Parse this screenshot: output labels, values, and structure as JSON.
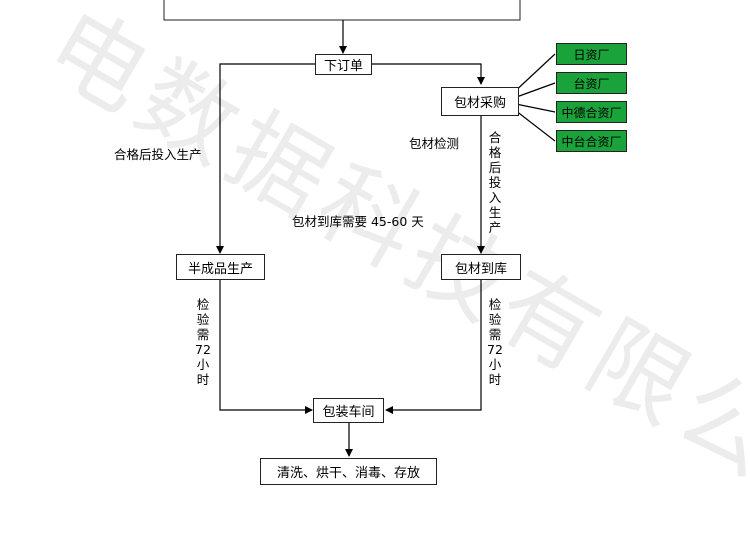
{
  "colors": {
    "supplier_fill": "#1aa33a",
    "line": "#000000"
  },
  "watermark": "电数据科技有限公司",
  "nodes": {
    "order": "下订单",
    "purchase": "包材采购",
    "semi_production": "半成品生产",
    "arrival": "包材到库",
    "packaging": "包装车间",
    "final": "清洗、烘干、消毒、存放"
  },
  "suppliers": [
    "日资厂",
    "台资厂",
    "中德合资厂",
    "中台合资厂"
  ],
  "labels": {
    "qualified_left": "合格后投入生产",
    "inspection": "包材检测",
    "qualified_right": "合格后投入生产",
    "lead_time": "包材到库需要 45-60 天",
    "check_left": "检验需72小时",
    "check_right": "检验需72小时"
  }
}
